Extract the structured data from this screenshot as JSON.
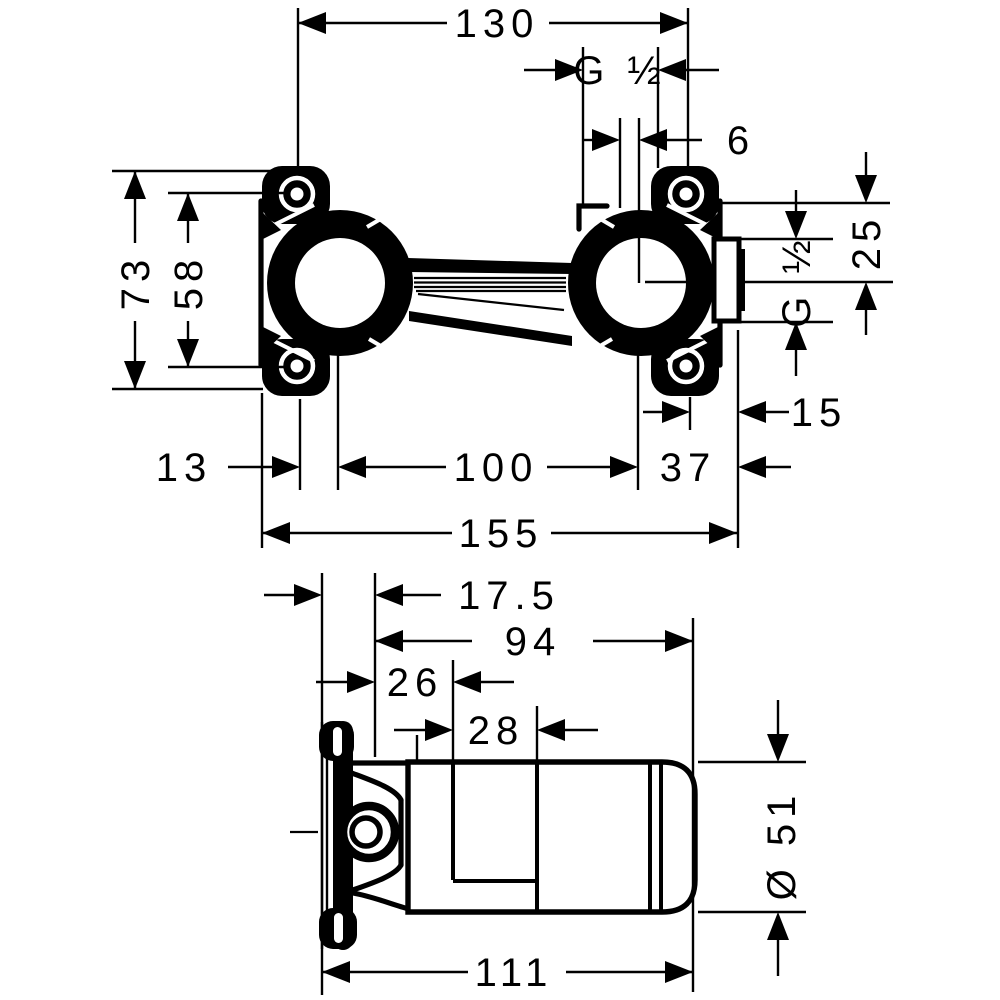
{
  "colors": {
    "ink": "#000000",
    "paper": "#ffffff"
  },
  "top_view": {
    "hole_spacing_horizontal": "130",
    "inlet_thread": "G ½",
    "inlet_center_offset": "6",
    "flange_height": "73",
    "hole_spacing_vertical": "58",
    "outlet_height_offset": "25",
    "outlet_thread": "G ½",
    "hole_to_edge": "15",
    "edge_offset": "13",
    "connection_spacing": "100",
    "center_to_edge": "37",
    "overall_width": "155"
  },
  "side_view": {
    "plate_offset": "17.5",
    "body_length": "94",
    "front_depth": "26",
    "cartridge_section": "28",
    "body_diameter": "Ø 51",
    "overall_depth": "111"
  }
}
